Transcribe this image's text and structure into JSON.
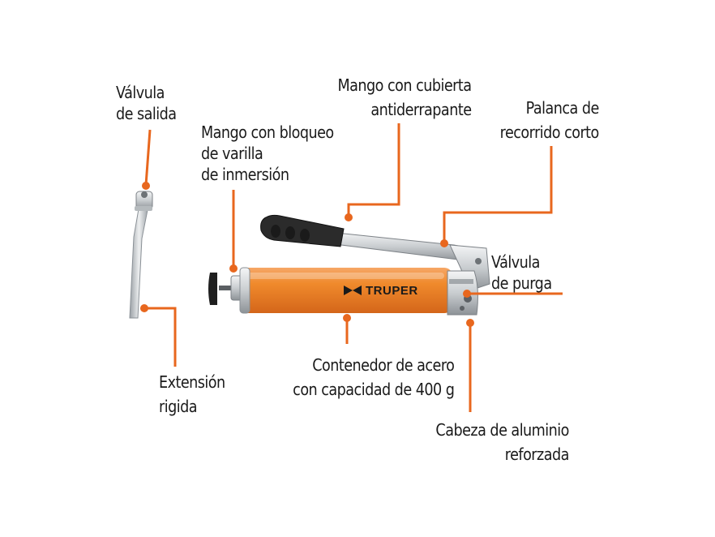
{
  "brand": {
    "logo_text": "TRUPER"
  },
  "colors": {
    "leader": "#e8671e",
    "body_orange": "#f08a2c",
    "metal": "#cfd3d6",
    "grip": "#2a2a2a"
  },
  "labels": {
    "valvula_salida": [
      "Válvula",
      "de salida"
    ],
    "mango_bloqueo": [
      "Mango con bloqueo",
      "de varilla",
      "de inmersión"
    ],
    "mango_cubierta": [
      "Mango con cubierta",
      "antiderrapante"
    ],
    "palanca": [
      "Palanca de",
      "recorrido corto"
    ],
    "valvula_purga": [
      "Válvula",
      "de purga"
    ],
    "extension": [
      "Extensión",
      "rigida"
    ],
    "contenedor": [
      "Contenedor de acero",
      "con capacidad de 400 g"
    ],
    "cabeza": [
      "Cabeza de aluminio",
      "reforzada"
    ]
  }
}
